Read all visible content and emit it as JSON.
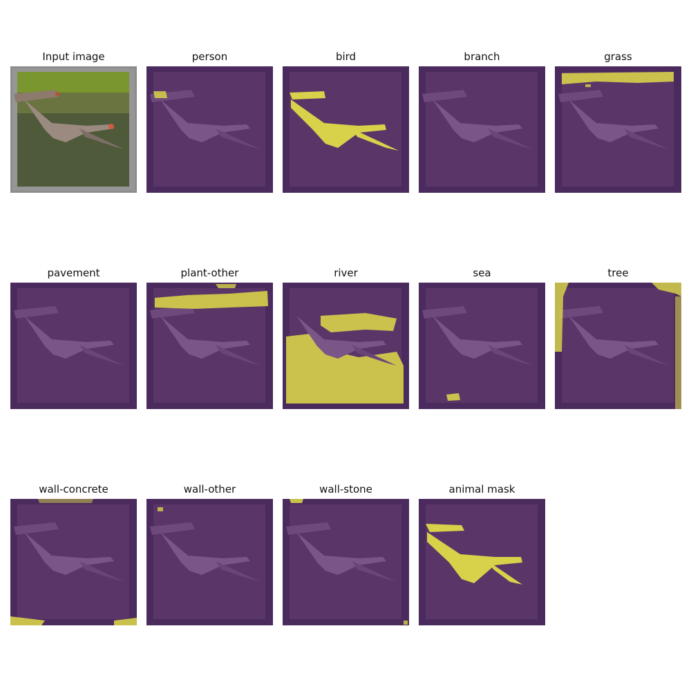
{
  "figure": {
    "panels": [
      {
        "id": "input",
        "title": "Input image"
      },
      {
        "id": "person",
        "title": "person"
      },
      {
        "id": "bird",
        "title": "bird"
      },
      {
        "id": "branch",
        "title": "branch"
      },
      {
        "id": "grass",
        "title": "grass"
      },
      {
        "id": "pavement",
        "title": "pavement"
      },
      {
        "id": "plant-other",
        "title": "plant-other"
      },
      {
        "id": "river",
        "title": "river"
      },
      {
        "id": "sea",
        "title": "sea"
      },
      {
        "id": "tree",
        "title": "tree"
      },
      {
        "id": "wall-concrete",
        "title": "wall-concrete"
      },
      {
        "id": "wall-other",
        "title": "wall-other"
      },
      {
        "id": "wall-stone",
        "title": "wall-stone"
      },
      {
        "id": "animal-mask",
        "title": "animal mask"
      }
    ]
  },
  "colors": {
    "overlay_background": "#4b2a5e",
    "overlay_inner": "#5a3668",
    "mask_highlight": "#d6d24a",
    "input_frame": "#8a8a8a",
    "input_sky": "#6f8a2a",
    "input_water": "#4e5a3a"
  }
}
